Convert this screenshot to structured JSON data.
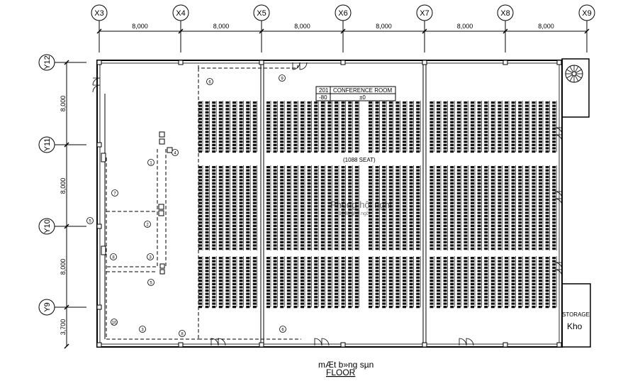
{
  "grid": {
    "columns": [
      "X3",
      "X4",
      "X5",
      "X6",
      "X7",
      "X8",
      "X9"
    ],
    "rows": [
      "Y12",
      "Y11",
      "Y10",
      "Y9"
    ],
    "column_dims": [
      "8,000",
      "8,000",
      "8,000",
      "8,000",
      "8,000",
      "8,000"
    ],
    "row_dims": [
      "8,000",
      "8,000",
      "8,000",
      "3,700"
    ]
  },
  "room_tag": {
    "number": "201",
    "name": "CONFERENCE ROOM",
    "level": "-80",
    "elevation": "±0"
  },
  "seat_count": "(1088 SEAT)",
  "overlay_text": {
    "hall_vn": "Phòng hội nghị",
    "seat_vn": "1088 ghế ngồi"
  },
  "storage": {
    "en": "STORAGE",
    "vn": "Kho"
  },
  "callouts": [
    "1",
    "2",
    "3",
    "4",
    "5",
    "6",
    "7",
    "8",
    "9",
    "10"
  ],
  "title": {
    "vn": "mÆt b»ng sµn",
    "en": "FLOOR"
  },
  "colors": {
    "line": "#000000",
    "dashed": "#000000",
    "background": "#ffffff"
  }
}
